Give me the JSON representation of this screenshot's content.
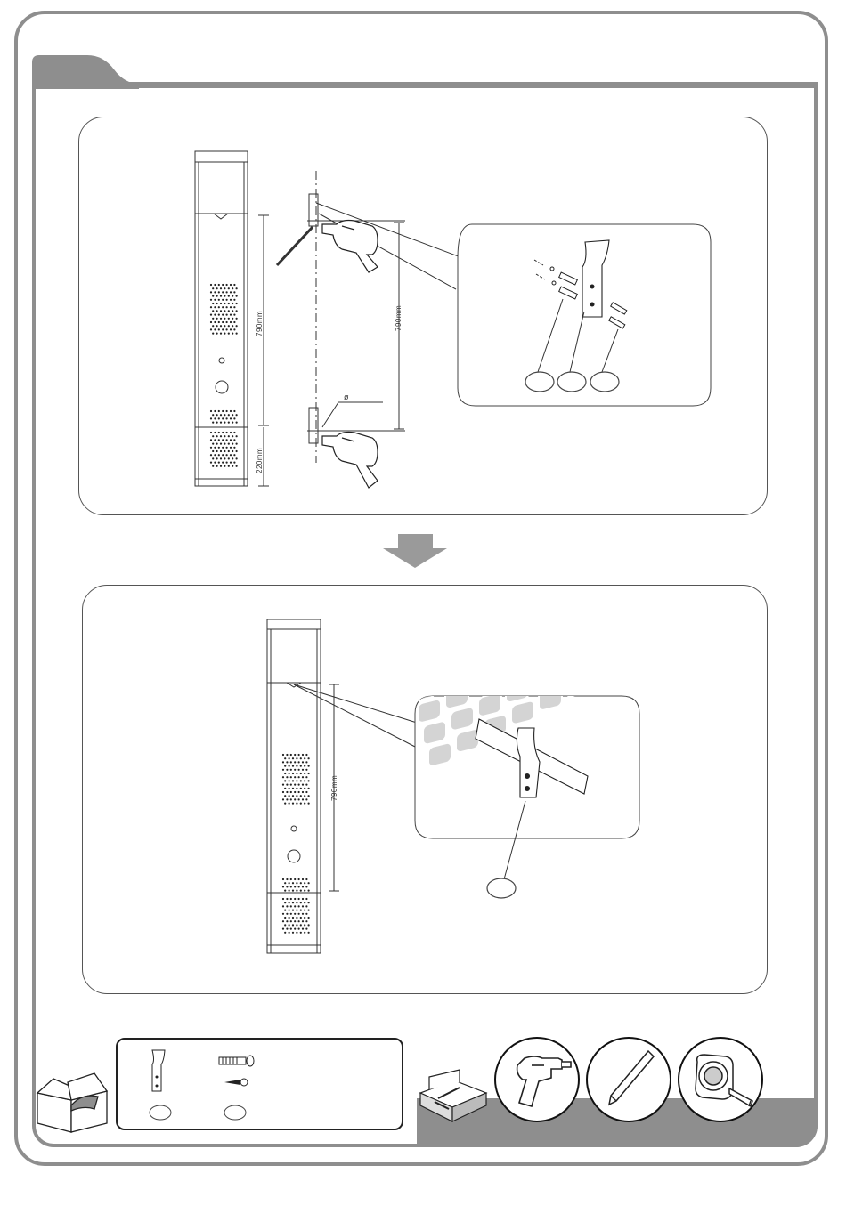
{
  "diagram": {
    "step1": {
      "cabinet_height_label": "790mm",
      "bottom_height_label": "220mm",
      "drill_spacing_label": "790mm",
      "hole_diameter_symbol": "ø",
      "detail_callouts": [
        "",
        "",
        ""
      ]
    },
    "step2": {
      "cabinet_height_label": "790mm",
      "detail_callouts": [
        ""
      ]
    },
    "arrow": "down-arrow"
  },
  "parts": {
    "items": [
      {
        "icon": "bracket-icon",
        "qty": ""
      },
      {
        "icon": "wall-plug-and-screw-icon",
        "qty": ""
      }
    ]
  },
  "tools": [
    "drill-icon",
    "pencil-icon",
    "tape-measure-icon"
  ],
  "colors": {
    "frame": "#8e8e8e",
    "line": "#222222",
    "arrow": "#9a9a9a"
  }
}
